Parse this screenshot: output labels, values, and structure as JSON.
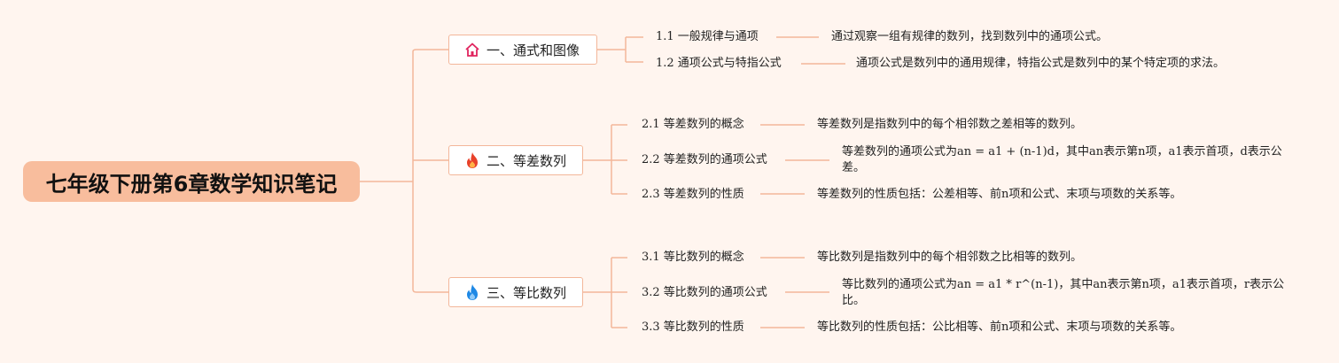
{
  "root": {
    "title": "七年级下册第6章数学知识笔记"
  },
  "colors": {
    "background": "#fff5ef",
    "root_fill": "#f8bd9d",
    "line": "#f3b79a",
    "topic_border": "#f3b79a"
  },
  "branches": [
    {
      "label": "一、通式和图像",
      "icon": "home-icon",
      "items": [
        {
          "label": "1.1 一般规律与通项",
          "desc": "通过观察一组有规律的数列，找到数列中的通项公式。"
        },
        {
          "label": "1.2 通项公式与特指公式",
          "desc": "通项公式是数列中的通用规律，特指公式是数列中的某个特定项的求法。"
        }
      ]
    },
    {
      "label": "二、等差数列",
      "icon": "fire-red-icon",
      "items": [
        {
          "label": "2.1 等差数列的概念",
          "desc": "等差数列是指数列中的每个相邻数之差相等的数列。"
        },
        {
          "label": "2.2 等差数列的通项公式",
          "desc": "等差数列的通项公式为an = a1 + (n-1)d，其中an表示第n项，a1表示首项，d表示公差。"
        },
        {
          "label": "2.3 等差数列的性质",
          "desc": "等差数列的性质包括：公差相等、前n项和公式、末项与项数的关系等。"
        }
      ]
    },
    {
      "label": "三、等比数列",
      "icon": "fire-blue-icon",
      "items": [
        {
          "label": "3.1 等比数列的概念",
          "desc": "等比数列是指数列中的每个相邻数之比相等的数列。"
        },
        {
          "label": "3.2 等比数列的通项公式",
          "desc": "等比数列的通项公式为an = a1 * r^(n-1)，其中an表示第n项，a1表示首项，r表示公比。"
        },
        {
          "label": "3.3 等比数列的性质",
          "desc": "等比数列的性质包括：公比相等、前n项和公式、末项与项数的关系等。"
        }
      ]
    }
  ]
}
